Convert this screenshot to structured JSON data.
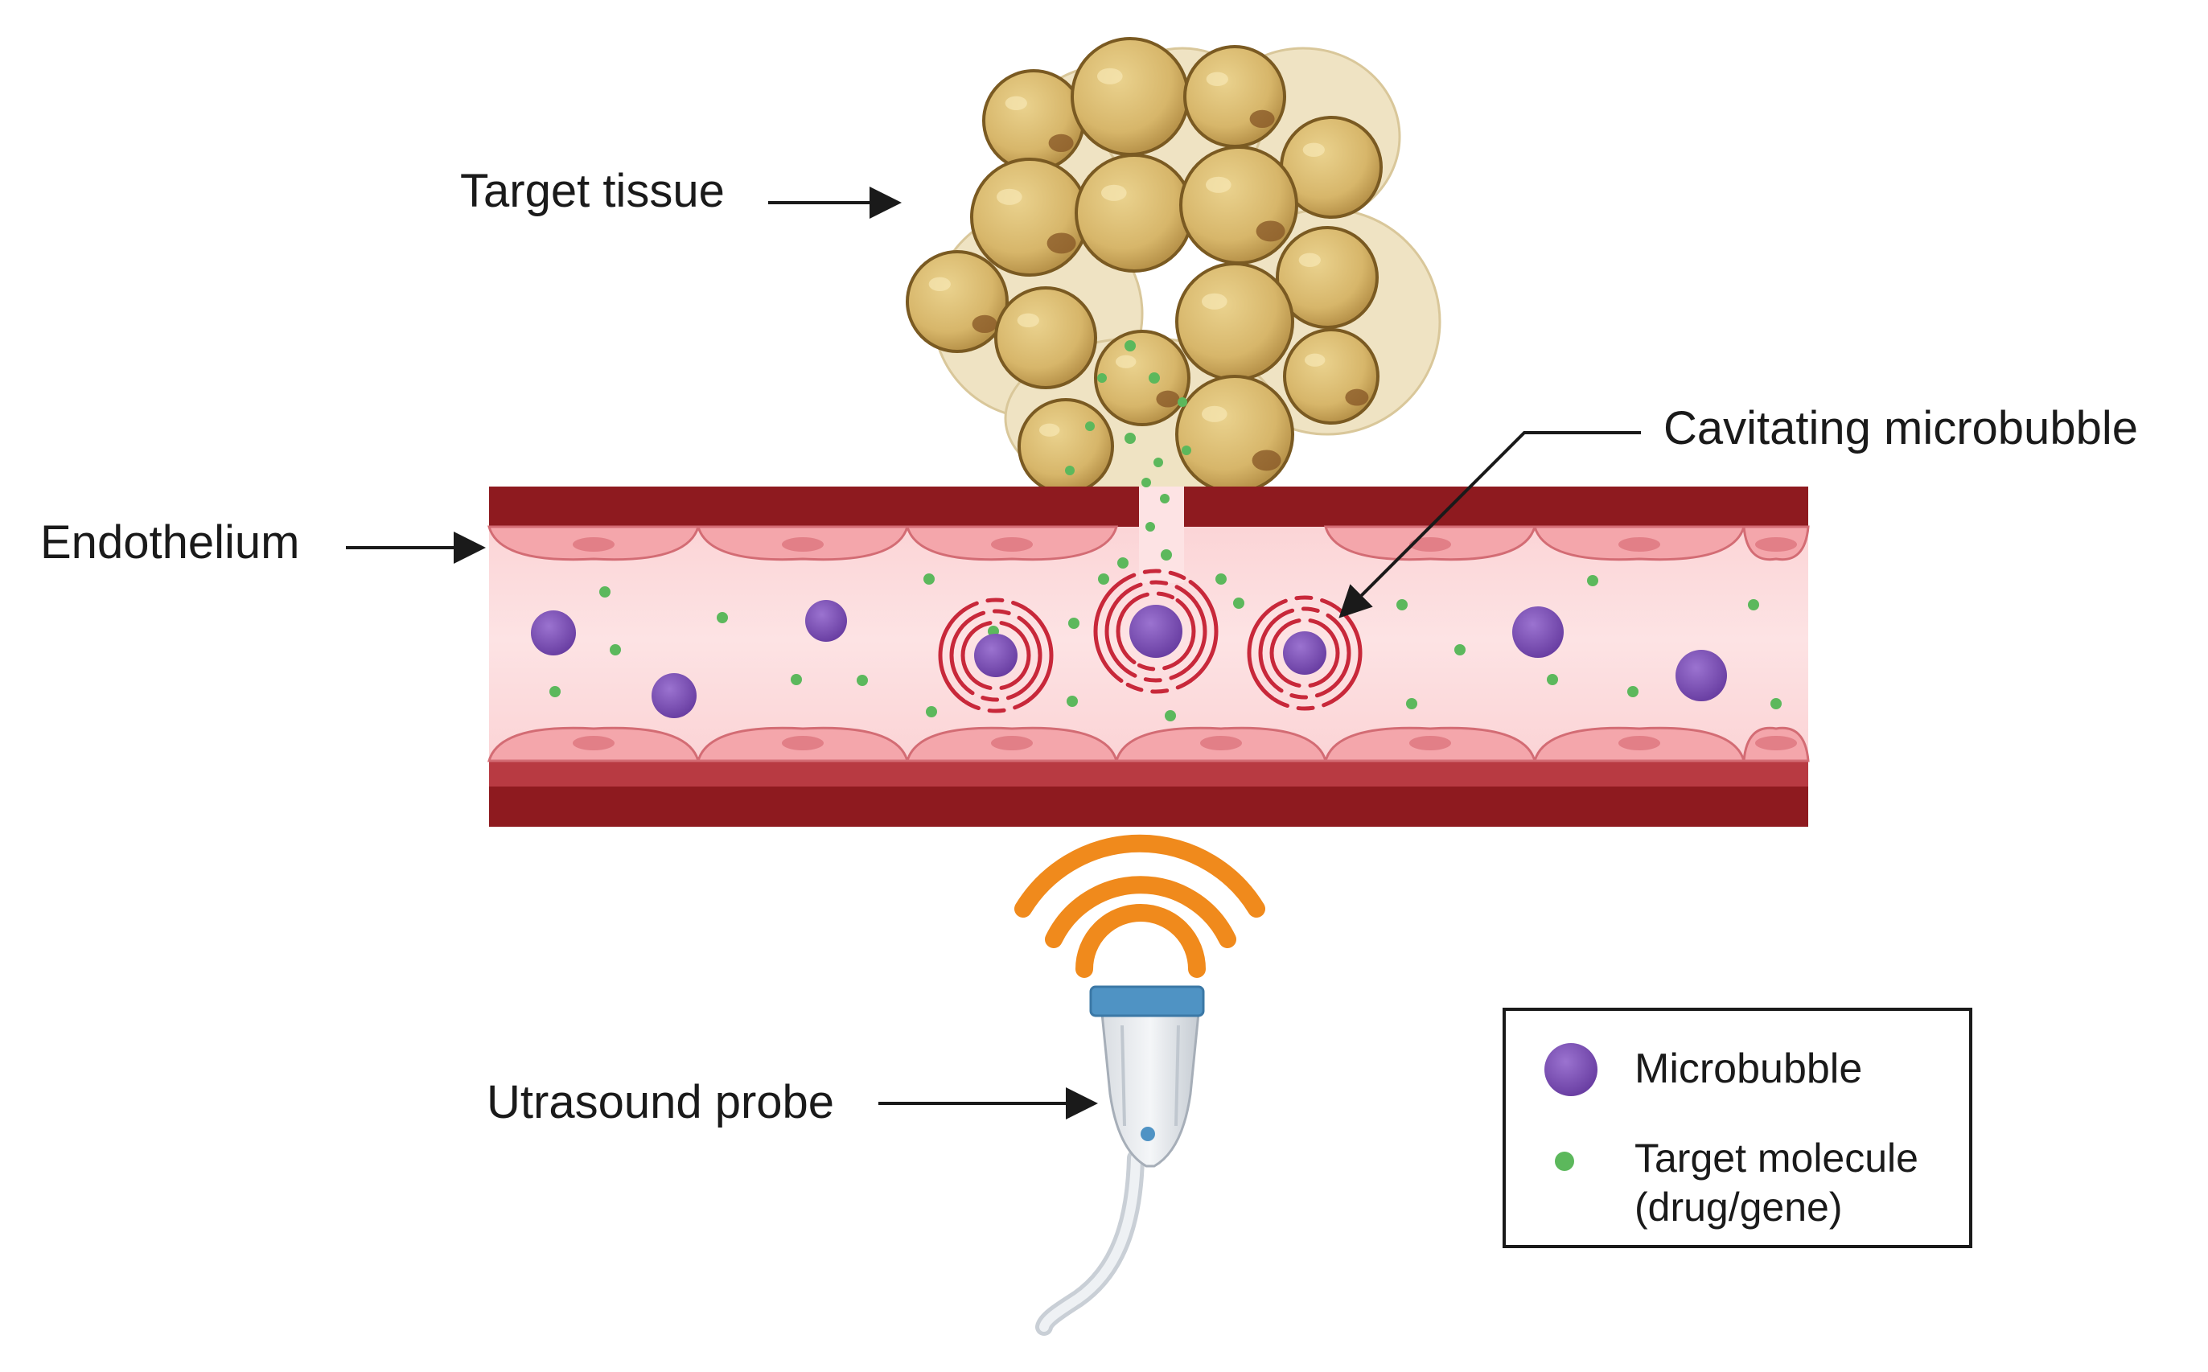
{
  "labels": {
    "target_tissue": "Target tissue",
    "endothelium": "Endothelium",
    "cavitating_microbubble": "Cavitating microbubble",
    "utrasound_probe": "Utrasound probe"
  },
  "legend": {
    "microbubble": "Microbubble",
    "target_molecule_line1": "Target molecule",
    "target_molecule_line2": "(drug/gene)"
  },
  "colors": {
    "vessel_wall": "#8e1a1f",
    "lumen": "#fbd4d6",
    "endothelial_cell": "#f4a6ab",
    "microbubble": "#7d4fb4",
    "target_molecule": "#5cb85c",
    "cavitation_rings": "#c8283a",
    "ultrasound_waves": "#f08a1c",
    "tissue_cell": "#d7b66a",
    "probe_cap": "#4f93c4"
  },
  "icons": {
    "probe": "ultrasound-probe-icon",
    "waves": "ultrasound-waves-icon",
    "tissue": "tumor-cell-cluster-icon"
  }
}
